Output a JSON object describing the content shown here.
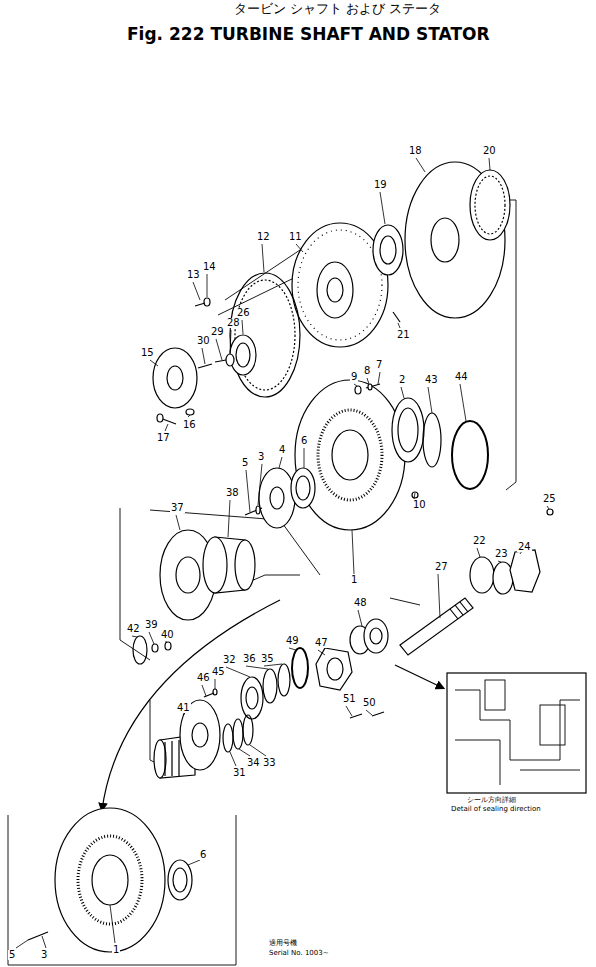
{
  "diagram": {
    "title": "Fig. 222 TURBINE SHAFT AND STATOR",
    "labels": [
      "タービン シャフト および ステータ",
      "18",
      "20",
      "11",
      "19",
      "12",
      "21",
      "13",
      "14",
      "26",
      "28",
      "29",
      "30",
      "15",
      "17",
      "16",
      "9",
      "8",
      "7",
      "2",
      "43",
      "44",
      "5",
      "3",
      "4",
      "6",
      "10",
      "1",
      "37",
      "38",
      "42",
      "39",
      "40",
      "22",
      "23",
      "24",
      "25",
      "27",
      "48",
      "47",
      "49",
      "35",
      "36",
      "32",
      "45",
      "46",
      "41",
      "31",
      "34",
      "33",
      "51",
      "50",
      "シール方向詳細",
      "Detail of sealing direction",
      "6",
      "5",
      "3",
      "1",
      "適用号機",
      "Serial No. 1003~"
    ]
  }
}
